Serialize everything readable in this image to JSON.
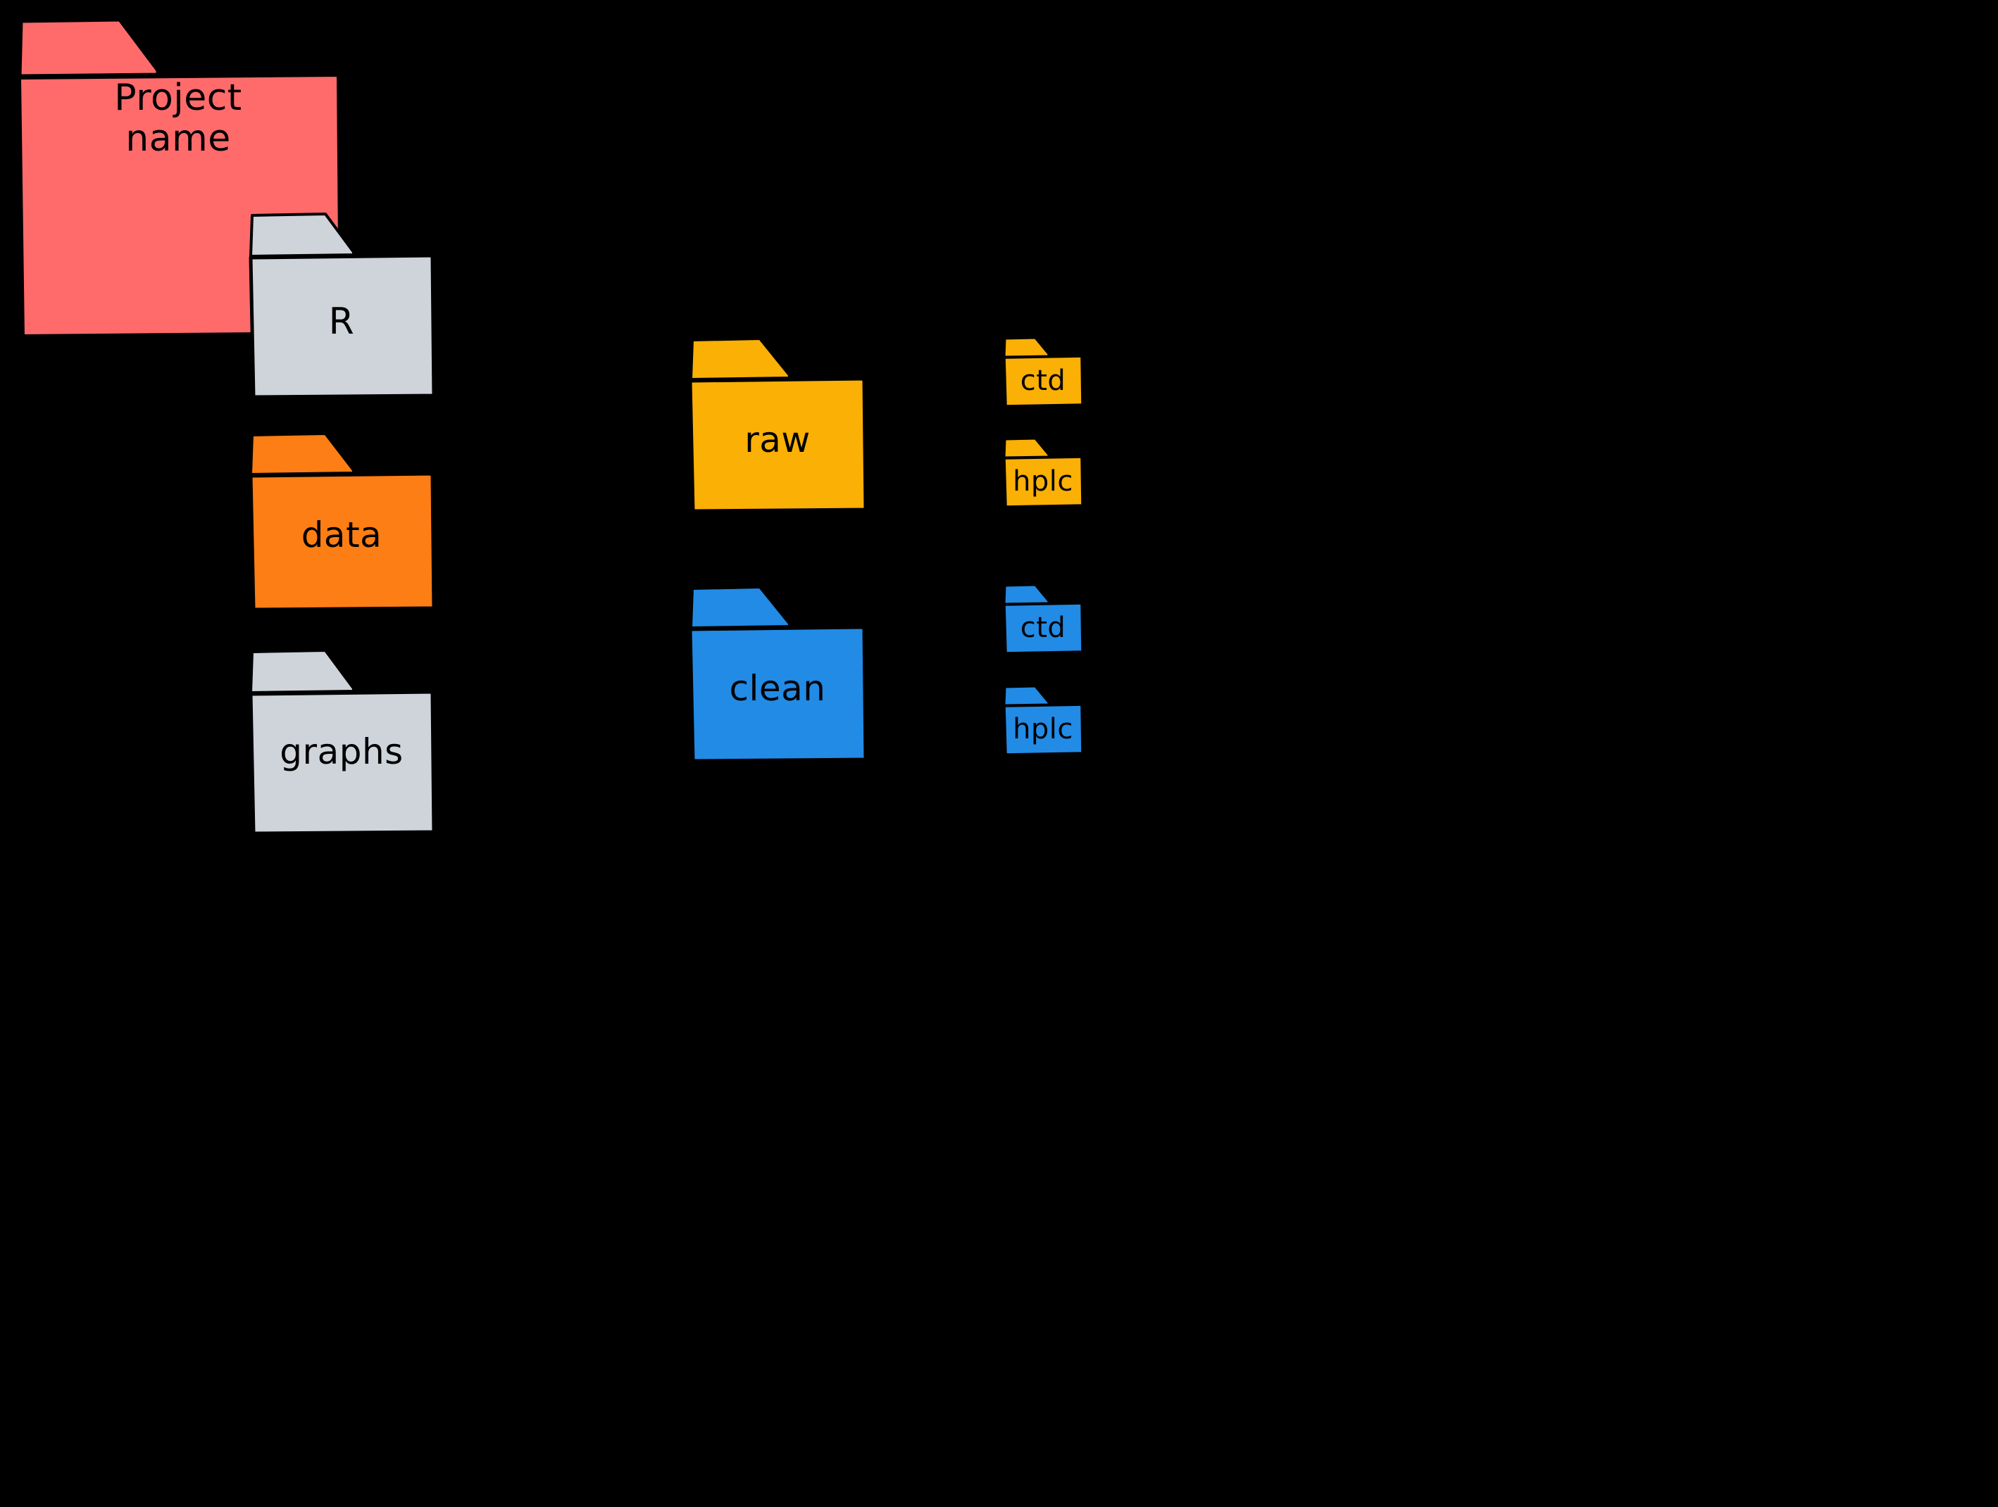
{
  "diagram": {
    "type": "folder-hierarchy",
    "background_color": "#000000",
    "stroke_color": "#000000",
    "style": "hand-drawn-sketch",
    "levels": 4
  },
  "palette": {
    "red": "#FF6B6B",
    "gray": "#CED4DA",
    "orange": "#FD7E14",
    "amber": "#FAB005",
    "blue": "#228BE6",
    "ink": "#000000"
  },
  "folders": {
    "root": {
      "label": "Project\nname",
      "color": "#FF6B6B",
      "color_name": "red",
      "level": 1
    },
    "r": {
      "label": "R",
      "color": "#CED4DA",
      "color_name": "gray",
      "level": 2
    },
    "data": {
      "label": "data",
      "color": "#FD7E14",
      "color_name": "orange",
      "level": 2
    },
    "graphs": {
      "label": "graphs",
      "color": "#CED4DA",
      "color_name": "gray",
      "level": 2
    },
    "raw": {
      "label": "raw",
      "color": "#FAB005",
      "color_name": "amber",
      "level": 3
    },
    "clean": {
      "label": "clean",
      "color": "#228BE6",
      "color_name": "blue",
      "level": 3
    },
    "raw_ctd": {
      "label": "ctd",
      "color": "#FAB005",
      "color_name": "amber",
      "level": 4
    },
    "raw_hplc": {
      "label": "hplc",
      "color": "#FAB005",
      "color_name": "amber",
      "level": 4
    },
    "clean_ctd": {
      "label": "ctd",
      "color": "#228BE6",
      "color_name": "blue",
      "level": 4
    },
    "clean_hplc": {
      "label": "hplc",
      "color": "#228BE6",
      "color_name": "blue",
      "level": 4
    }
  }
}
